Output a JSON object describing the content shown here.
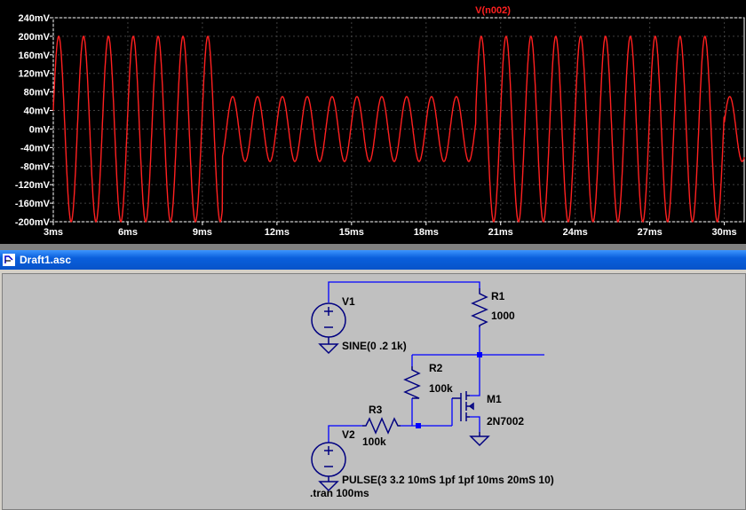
{
  "plot": {
    "trace_name": "V(n002)",
    "trace_color": "#ff2020",
    "y_ticks": [
      "240mV",
      "200mV",
      "160mV",
      "120mV",
      "80mV",
      "40mV",
      "0mV",
      "-40mV",
      "-80mV",
      "-120mV",
      "-160mV",
      "-200mV"
    ],
    "x_ticks": [
      "3ms",
      "6ms",
      "9ms",
      "12ms",
      "15ms",
      "18ms",
      "21ms",
      "24ms",
      "27ms",
      "30ms"
    ]
  },
  "chart_data": {
    "type": "line",
    "title": "V(n002)",
    "xlabel": "",
    "ylabel": "",
    "x_unit": "ms",
    "y_unit": "mV",
    "xlim": [
      3,
      30.8
    ],
    "ylim": [
      -200,
      240
    ],
    "frequency_khz": 1,
    "segments": [
      {
        "t_start": 3,
        "t_end": 9.8,
        "amplitude_mV": 200
      },
      {
        "t_start": 9.8,
        "t_end": 20.0,
        "amplitude_mV": 70
      },
      {
        "t_start": 20.0,
        "t_end": 30.0,
        "amplitude_mV": 200
      },
      {
        "t_start": 30.0,
        "t_end": 30.8,
        "amplitude_mV": 70
      }
    ],
    "grid": true
  },
  "schematic": {
    "title": "Draft1.asc",
    "v1": {
      "name": "V1",
      "value": "SINE(0 .2 1k)"
    },
    "v2": {
      "name": "V2",
      "value": "PULSE(3 3.2 10mS 1pf 1pf 10ms 20mS 10)"
    },
    "r1": {
      "name": "R1",
      "value": "1000"
    },
    "r2": {
      "name": "R2",
      "value": "100k"
    },
    "r3": {
      "name": "R3",
      "value": "100k"
    },
    "m1": {
      "name": "M1",
      "value": "2N7002"
    },
    "directive": ".tran 100ms"
  }
}
